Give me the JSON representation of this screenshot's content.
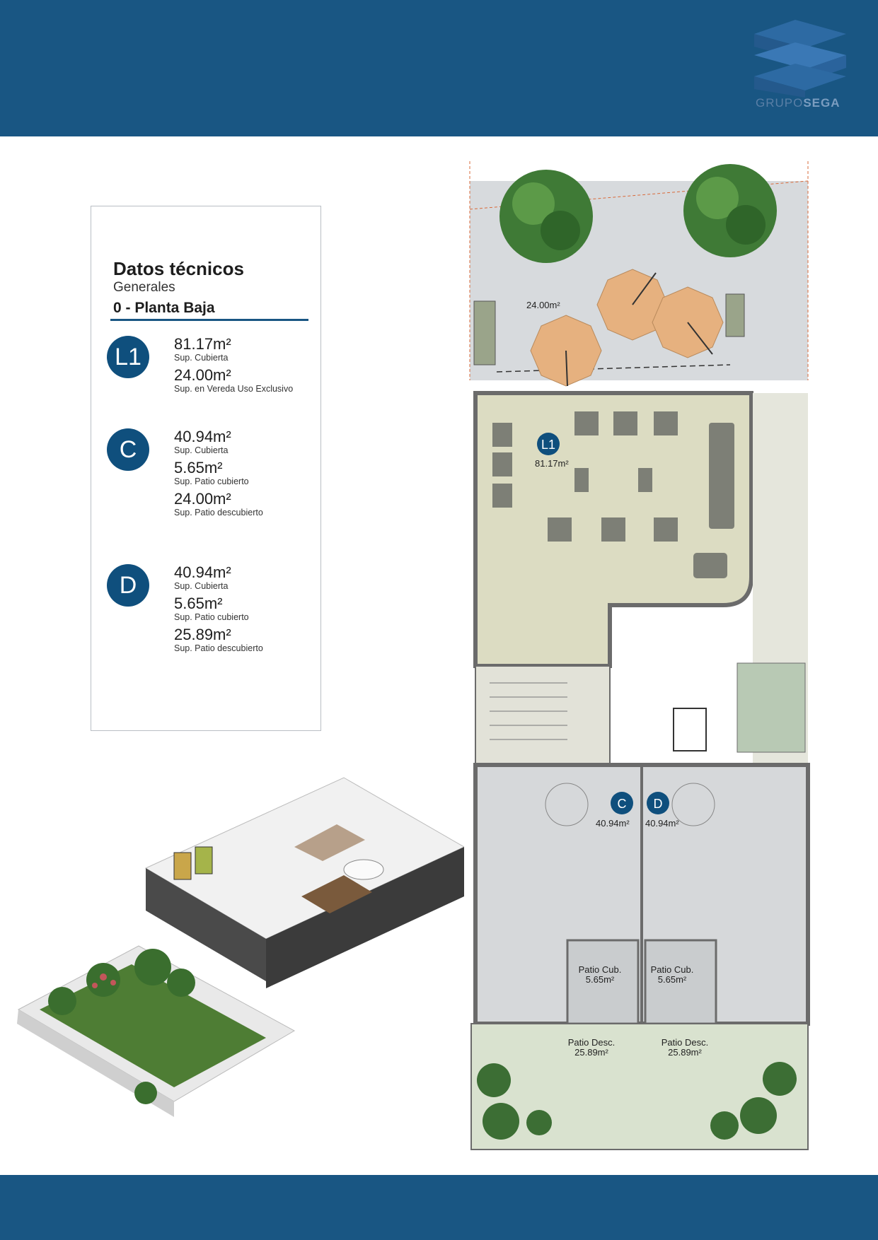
{
  "brand": {
    "name_light": "GRUPO",
    "name_bold": "SEGA",
    "tagline": ""
  },
  "panel": {
    "title": "Datos técnicos",
    "subtitle": "Generales",
    "level": "0 - Planta Baja",
    "units": [
      {
        "badge": "L1",
        "rows": [
          {
            "value": "81.17m²",
            "label": "Sup. Cubierta"
          },
          {
            "value": "24.00m²",
            "label": "Sup. en Vereda Uso Exclusivo"
          }
        ]
      },
      {
        "badge": "C",
        "rows": [
          {
            "value": "40.94m²",
            "label": "Sup. Cubierta"
          },
          {
            "value": "5.65m²",
            "label": "Sup. Patio cubierto"
          },
          {
            "value": "24.00m²",
            "label": "Sup. Patio descubierto"
          }
        ]
      },
      {
        "badge": "D",
        "rows": [
          {
            "value": "40.94m²",
            "label": "Sup. Cubierta"
          },
          {
            "value": "5.65m²",
            "label": "Sup. Patio cubierto"
          },
          {
            "value": "25.89m²",
            "label": "Sup. Patio descubierto"
          }
        ]
      }
    ]
  },
  "plan": {
    "sidewalk_area": "24.00m²",
    "l1": {
      "badge": "L1",
      "area": "81.17m²"
    },
    "c": {
      "badge": "C",
      "area": "40.94m²"
    },
    "d": {
      "badge": "D",
      "area": "40.94m²"
    },
    "patio_cub_label": "Patio Cub.",
    "patio_cub_area": "5.65m²",
    "patio_desc_label": "Patio Desc.",
    "patio_desc_area": "25.89m²"
  },
  "colors": {
    "brand_blue": "#195683",
    "badge_blue": "#0f4f7d",
    "commercial_fill": "#dcdcc2",
    "unit_fill": "#d6d8da",
    "garden_fill": "#d9e2cf"
  }
}
